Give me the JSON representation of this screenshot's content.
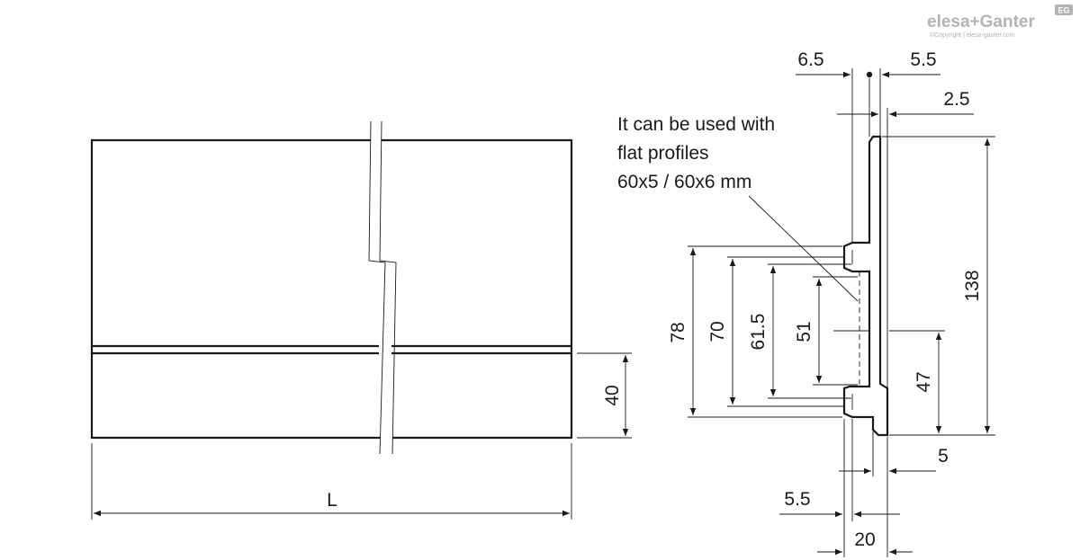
{
  "logo": {
    "brand": "elesa+Ganter",
    "badge": "EG",
    "copyright": "©Copyright | elesa-ganter.com"
  },
  "note": {
    "lines": [
      "It can be used with",
      "flat profiles",
      "60x5 / 60x6 mm"
    ]
  },
  "front_view": {
    "length_label": "L",
    "lower_height": "40"
  },
  "section_view": {
    "top_left": "6.5",
    "top_right": "5.5",
    "top_gap": "2.5",
    "total_height": "138",
    "outer_slot": "78",
    "slot_70": "70",
    "slot_61_5": "61.5",
    "inner_51": "51",
    "lower_47": "47",
    "flange_5": "5",
    "bottom_5_5": "5.5",
    "bottom_width": "20"
  }
}
